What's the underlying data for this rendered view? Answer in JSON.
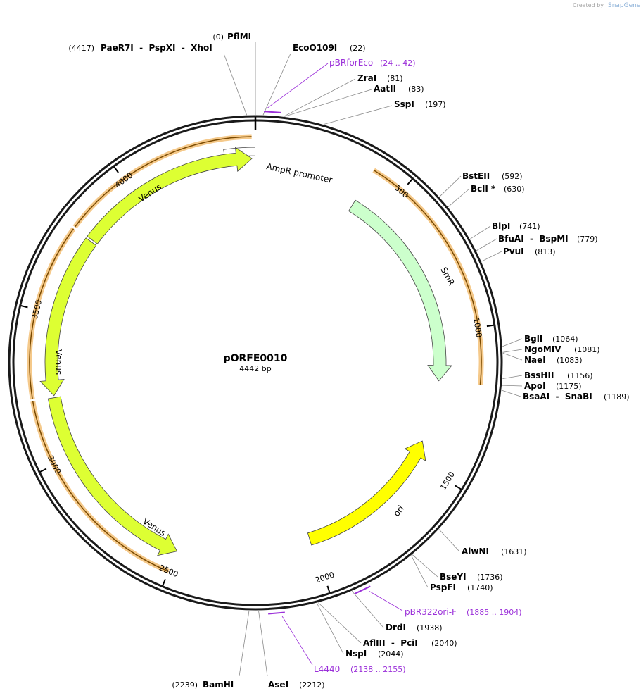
{
  "credit": {
    "prefix": "Created by",
    "brand": "SnapGene"
  },
  "plasmid": {
    "name": "pORFE0010",
    "size_label": "4442 bp",
    "length": 4442
  },
  "ticks": [
    {
      "pos": 500,
      "label": "500"
    },
    {
      "pos": 1000,
      "label": "1000"
    },
    {
      "pos": 1500,
      "label": "1500"
    },
    {
      "pos": 2000,
      "label": "2000"
    },
    {
      "pos": 2500,
      "label": "2500"
    },
    {
      "pos": 3000,
      "label": "3000"
    },
    {
      "pos": 3500,
      "label": "3500"
    },
    {
      "pos": 4000,
      "label": "4000"
    }
  ],
  "features": [
    {
      "name": "AmpR promoter",
      "start": 4337,
      "end": 4441,
      "direction": "forward",
      "color": "#ffffff",
      "orf": false
    },
    {
      "name": "SmR",
      "start": 390,
      "end": 1180,
      "direction": "forward",
      "color": "#ccffcc",
      "orf": true
    },
    {
      "name": "ori",
      "start": 1420,
      "end": 2010,
      "direction": "reverse",
      "color": "#ffff00",
      "orf": false
    },
    {
      "name": "Venus",
      "start": 2500,
      "end": 3210,
      "direction": "reverse",
      "color": "#ddff33",
      "orf": true
    },
    {
      "name": "Venus",
      "start": 3217,
      "end": 3780,
      "direction": "reverse",
      "color": "#ddff33",
      "orf": true
    },
    {
      "name": "Venus",
      "start": 3787,
      "end": 4430,
      "direction": "forward",
      "color": "#ddff33",
      "orf": true
    }
  ],
  "feature_labels": [
    {
      "name": "AmpR promoter"
    },
    {
      "name": "SmR"
    },
    {
      "name": "ori"
    },
    {
      "name": "Venus"
    },
    {
      "name": "Venus"
    },
    {
      "name": "Venus"
    }
  ],
  "sites": [
    {
      "label_pre": "(0)",
      "name": "PflMI",
      "pos_label": "",
      "position": 0
    },
    {
      "label_pre": "(4417)",
      "name": "PaeR7I  -  PspXI  -  XhoI",
      "pos_label": "",
      "position": 4417
    },
    {
      "label_pre": "",
      "name": "EcoO109I",
      "pos_label": "(22)",
      "position": 22
    },
    {
      "label_pre": "",
      "name": "ZraI",
      "pos_label": "(81)",
      "position": 81
    },
    {
      "label_pre": "",
      "name": "AatII",
      "pos_label": "(83)",
      "position": 83
    },
    {
      "label_pre": "",
      "name": "SspI",
      "pos_label": "(197)",
      "position": 197
    },
    {
      "label_pre": "",
      "name": "BstEII",
      "pos_label": "(592)",
      "position": 592
    },
    {
      "label_pre": "",
      "name": "BclI *",
      "pos_label": "(630)",
      "position": 630
    },
    {
      "label_pre": "",
      "name": "BlpI",
      "pos_label": "(741)",
      "position": 741
    },
    {
      "label_pre": "",
      "name": "BfuAI  -  BspMI",
      "pos_label": "(779)",
      "position": 779
    },
    {
      "label_pre": "",
      "name": "PvuI",
      "pos_label": "(813)",
      "position": 813
    },
    {
      "label_pre": "",
      "name": "BglI",
      "pos_label": "(1064)",
      "position": 1064
    },
    {
      "label_pre": "",
      "name": "NgoMIV",
      "pos_label": "(1081)",
      "position": 1081
    },
    {
      "label_pre": "",
      "name": "NaeI",
      "pos_label": "(1083)",
      "position": 1083
    },
    {
      "label_pre": "",
      "name": "BssHII",
      "pos_label": "(1156)",
      "position": 1156
    },
    {
      "label_pre": "",
      "name": "ApoI",
      "pos_label": "(1175)",
      "position": 1175
    },
    {
      "label_pre": "",
      "name": "BsaAI  -  SnaBI",
      "pos_label": "(1189)",
      "position": 1189
    },
    {
      "label_pre": "",
      "name": "AlwNI",
      "pos_label": "(1631)",
      "position": 1631
    },
    {
      "label_pre": "",
      "name": "BseYI",
      "pos_label": "(1736)",
      "position": 1736
    },
    {
      "label_pre": "",
      "name": "PspFI",
      "pos_label": "(1740)",
      "position": 1740
    },
    {
      "label_pre": "",
      "name": "DrdI",
      "pos_label": "(1938)",
      "position": 1938
    },
    {
      "label_pre": "",
      "name": "AflIII  -  PciI",
      "pos_label": "(2040)",
      "position": 2040
    },
    {
      "label_pre": "",
      "name": "NspI",
      "pos_label": "(2044)",
      "position": 2044
    },
    {
      "label_pre": "(2239)",
      "name": "BamHI",
      "pos_label": "",
      "position": 2239
    },
    {
      "label_pre": "",
      "name": "AseI",
      "pos_label": "(2212)",
      "position": 2212
    }
  ],
  "primers": [
    {
      "name": "pBRforEco",
      "range": "(24 .. 42)",
      "start": 24,
      "end": 42
    },
    {
      "name": "pBR322ori-F",
      "range": "(1885 .. 1904)",
      "start": 1885,
      "end": 1904
    },
    {
      "name": "L4440",
      "range": "(2138 .. 2155)",
      "start": 2138,
      "end": 2155
    }
  ],
  "colors": {
    "backbone": "#1a1a1a",
    "primer": "#9b30d9",
    "orf_halo": "#f5c98a",
    "orf_core": "#7a4a00",
    "leader": "#888888"
  }
}
